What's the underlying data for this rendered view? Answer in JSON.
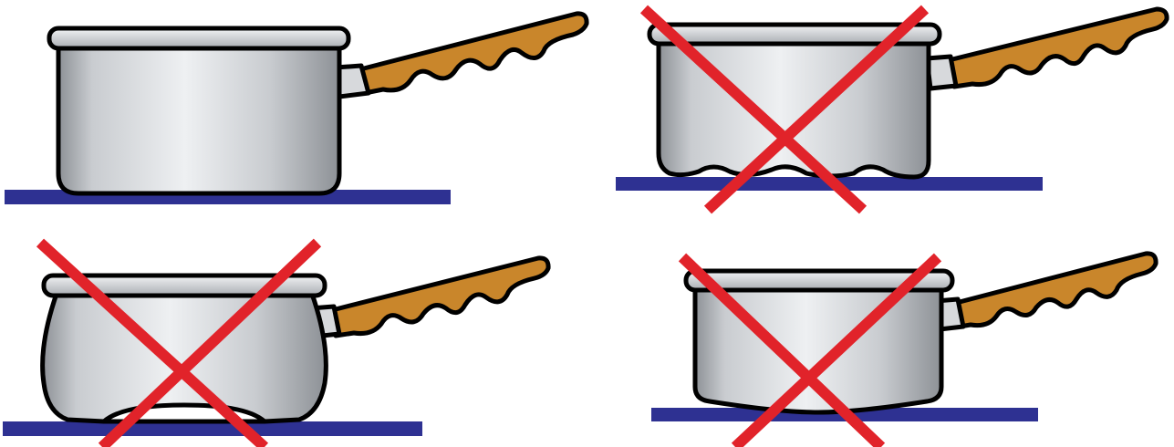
{
  "colors": {
    "hob": "#2e3192",
    "cross": "#e1232a",
    "handle": "#c9862b",
    "outline": "#000000",
    "pot_light": "#eef0f2",
    "pot_mid": "#c9ccd0",
    "pot_dark": "#8d9196"
  },
  "panels": [
    {
      "id": "flat-bottom",
      "correct": true,
      "bottom_shape": "flat"
    },
    {
      "id": "warped-bottom",
      "correct": false,
      "bottom_shape": "warped"
    },
    {
      "id": "bulging-bottom",
      "correct": false,
      "bottom_shape": "bulging"
    },
    {
      "id": "pot-smaller-than-hob",
      "correct": false,
      "bottom_shape": "convex"
    }
  ]
}
